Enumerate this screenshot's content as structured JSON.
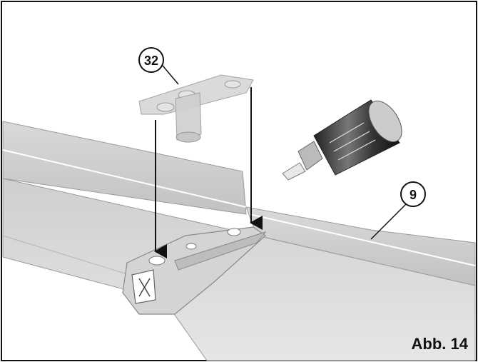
{
  "figure": {
    "label": "Abb. 14",
    "callouts": [
      {
        "id": "part-32",
        "text": "32"
      },
      {
        "id": "wing-9",
        "text": "9"
      }
    ]
  }
}
